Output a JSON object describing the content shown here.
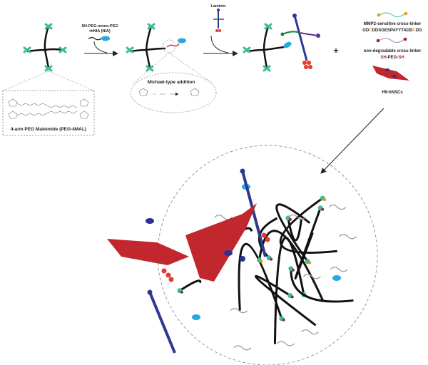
{
  "labels": {
    "peptide_reagent_line1": "SH-PEG-mono-PEG",
    "peptide_reagent_line2": "rhNIA (NIA)",
    "laminin": "Laminin",
    "mmp2_title": "MMP2-sensitive cross-linker",
    "mmp2_seq": [
      "GD",
      "C",
      "DDSGESPAYYTADD",
      "C",
      "DG"
    ],
    "nondeg_title": "non-degradable cross-linker",
    "nondeg_formula": [
      "SH",
      "-PEG-",
      "SH"
    ],
    "cells": "H9-hNSCs",
    "plus": "+",
    "michael": "Michael-type addition",
    "peg4mal": "4-arm PEG Maleimide (PEG-4MAL)"
  },
  "colors": {
    "maleimide": "#3dbf8a",
    "nia": "#29a8e0",
    "laminin_body": "#2b3990",
    "laminin_green": "#1e7a3c",
    "laminin_purple": "#662d91",
    "laminin_red": "#e8392b",
    "mmp2": "#f7941d",
    "nondeg": "#9e1f63",
    "cell": "#c1272d",
    "nucleus": "#2e3192"
  }
}
